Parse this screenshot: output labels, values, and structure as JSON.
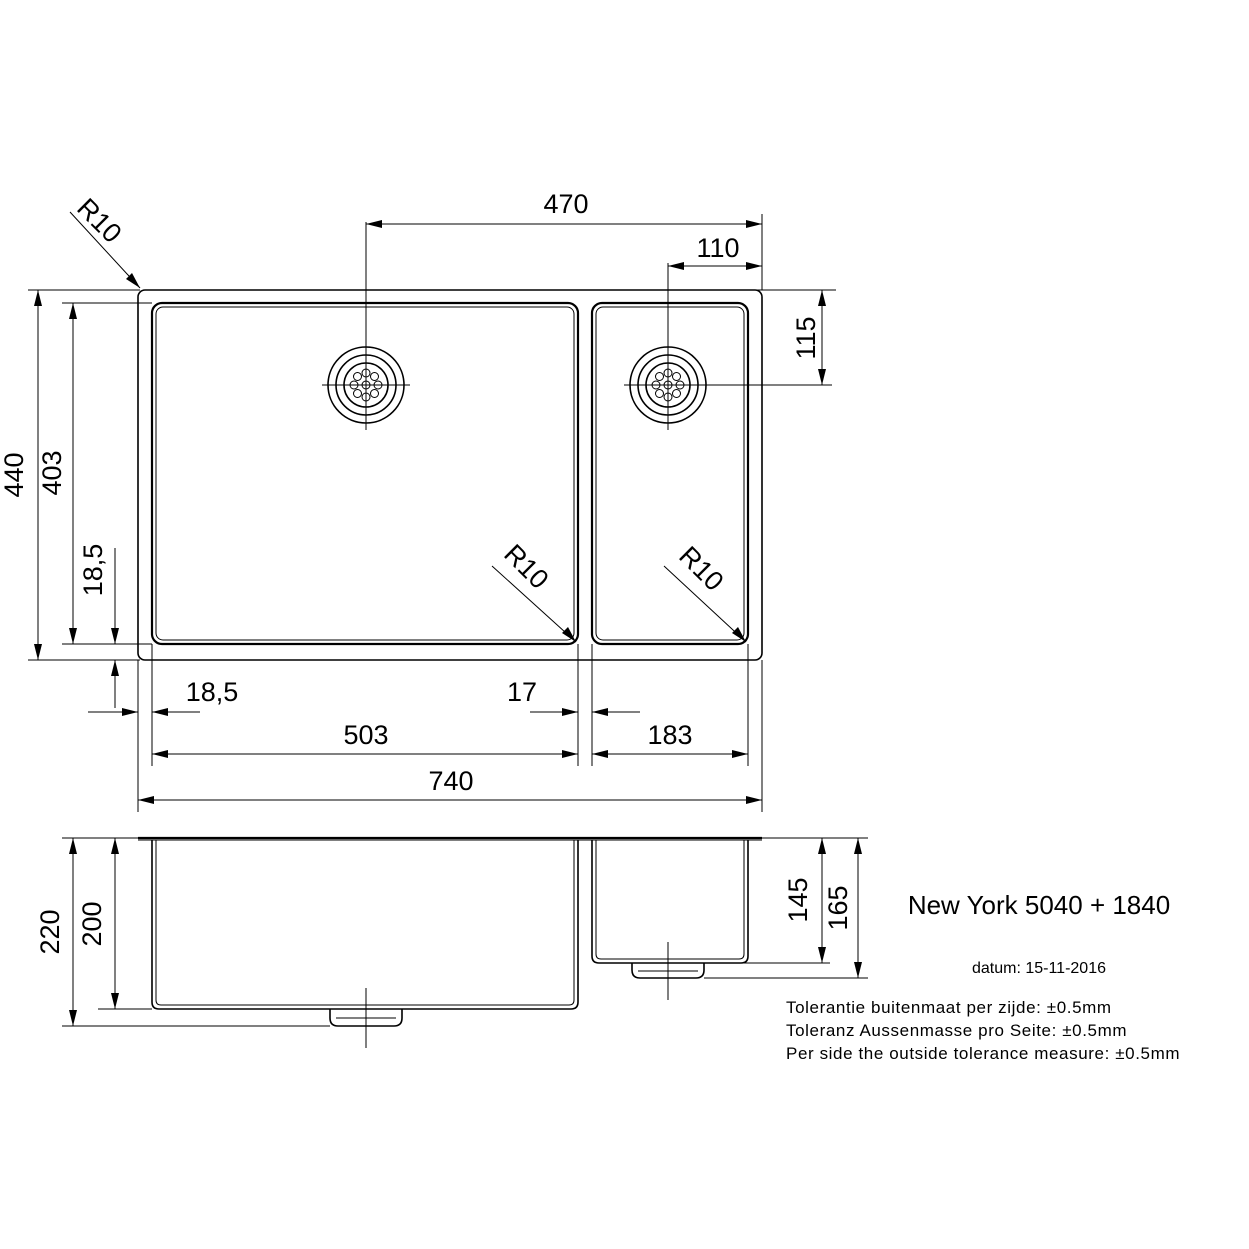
{
  "dimensions": {
    "top_width_470": "470",
    "top_offset_110": "110",
    "right_offset_115": "115",
    "height_440": "440",
    "height_403": "403",
    "offset_18_5_left": "18,5",
    "offset_18_5_bottom": "18,5",
    "gap_17": "17",
    "bowl_503": "503",
    "bowl_183": "183",
    "total_740": "740",
    "depth_220": "220",
    "depth_200": "200",
    "depth_145": "145",
    "depth_165": "165",
    "radius_top_left": "R10",
    "radius_big_bowl": "R10",
    "radius_small_bowl": "R10"
  },
  "title_block": {
    "model": "New York 5040 + 1840",
    "date": "datum: 15-11-2016",
    "tolerance_nl": "Tolerantie buitenmaat per zijde: ±0.5mm",
    "tolerance_de": "Toleranz Aussenmasse pro Seite: ±0.5mm",
    "tolerance_en": "Per side the outside tolerance measure: ±0.5mm"
  }
}
